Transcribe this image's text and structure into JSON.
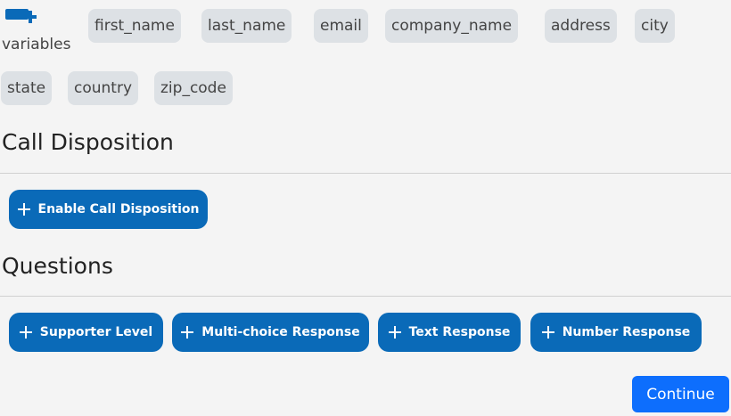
{
  "variables": {
    "label": "variables",
    "icon": "add-variable-icon",
    "chips": [
      "first_name",
      "last_name",
      "email",
      "company_name",
      "address",
      "city",
      "state",
      "country",
      "zip_code"
    ]
  },
  "call_disposition": {
    "title": "Call Disposition",
    "enable_button": "Enable Call Disposition"
  },
  "questions": {
    "title": "Questions",
    "buttons": [
      "Supporter Level",
      "Multi-choice Response",
      "Text Response",
      "Number Response"
    ]
  },
  "footer": {
    "continue_label": "Continue"
  },
  "colors": {
    "button_primary": "#0a6ab8",
    "continue_button": "#0d6efd",
    "chip_bg": "#dde1e5",
    "background": "#f4f4f4"
  }
}
